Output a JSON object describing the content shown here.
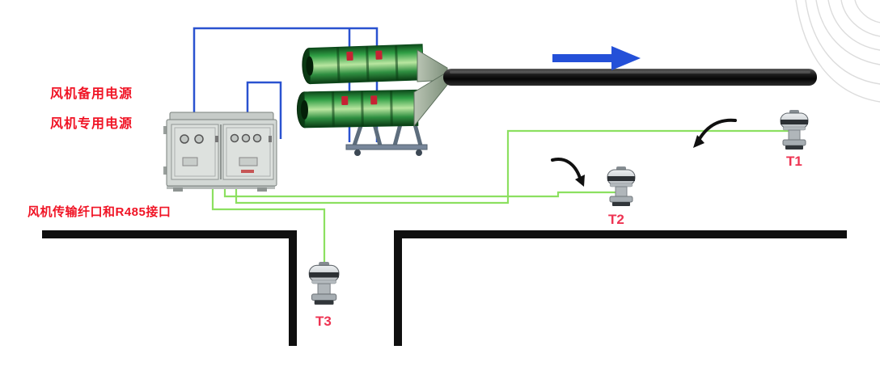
{
  "labels": {
    "fan_backup_power": "风机备用电源",
    "fan_dedicated_power": "风机专用电源",
    "fan_comm_interface": "风机传输纤口和R485接口"
  },
  "sensors": [
    {
      "label": "T1"
    },
    {
      "label": "T2"
    },
    {
      "label": "T3"
    }
  ],
  "colors": {
    "label_red": "#f01425",
    "sensor_label_red": "#ee3352",
    "wire_blue": "#2a52d0",
    "wire_green": "#8ce060",
    "airflow_arrow_blue": "#2450d8",
    "fan_green": "#2f9e44",
    "duct_black": "#141414",
    "tunnel_wall_black": "#0f0f0f"
  },
  "icons": {
    "airflow_arrow": "right-arrow",
    "swoosh_near_t1": "curved-airflow-arrow",
    "swoosh_near_t2": "curved-airflow-arrow",
    "fan_unit": "dual-axial-fans",
    "duct": "ventilation-duct",
    "cabinet": "explosion-proof-power-cabinet",
    "sensor": "wind-sensor"
  }
}
